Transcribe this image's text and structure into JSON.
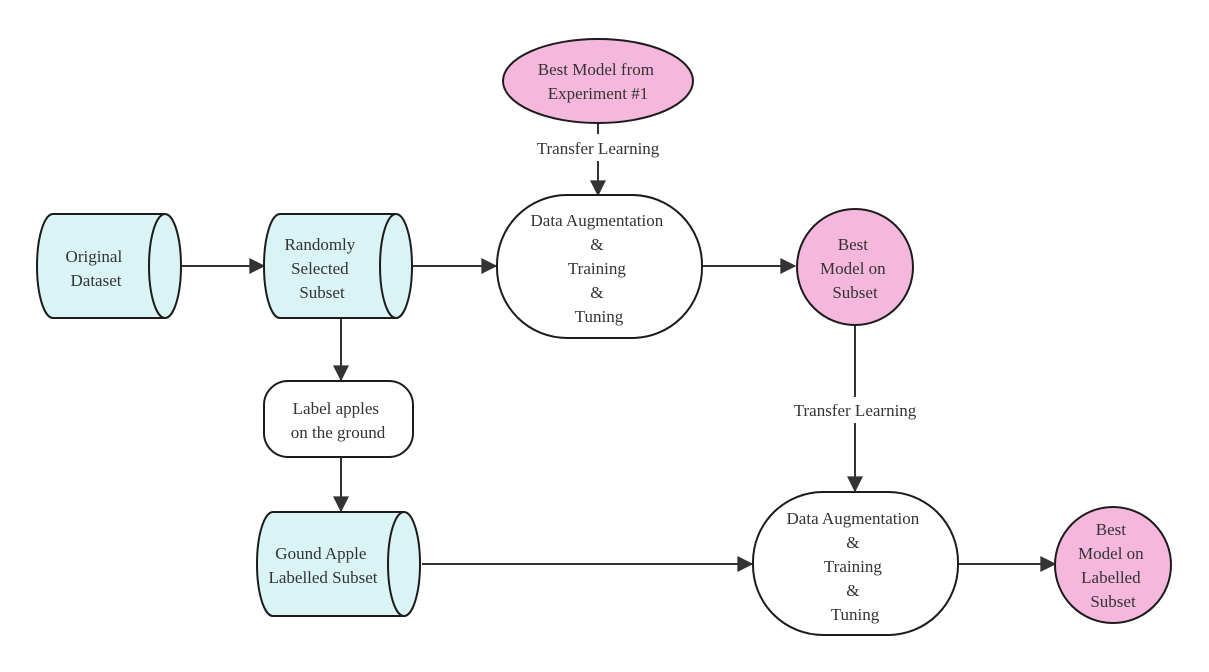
{
  "colors": {
    "datastore_fill": "#daf4f5",
    "process_fill": "#ffffff",
    "model_fill": "#f5b8dc",
    "stroke": "#1c1c1c",
    "edge": "#333333"
  },
  "nodes": {
    "original_dataset": {
      "lines": [
        "Original",
        "Dataset"
      ]
    },
    "random_subset": {
      "lines": [
        "Randomly",
        "Selected",
        "Subset"
      ]
    },
    "data_aug_1": {
      "lines": [
        "Data Augmentation",
        "&",
        "Training",
        "&",
        "Tuning"
      ]
    },
    "best_model_exp1": {
      "lines": [
        "Best Model from",
        "Experiment #1"
      ]
    },
    "best_model_subset": {
      "lines": [
        "Best",
        "Model on",
        "Subset"
      ]
    },
    "label_apples": {
      "lines": [
        "Label apples",
        "on the ground"
      ]
    },
    "ground_apple_subset": {
      "lines": [
        "Gound Apple",
        "Labelled Subset"
      ]
    },
    "data_aug_2": {
      "lines": [
        "Data Augmentation",
        "&",
        "Training",
        "&",
        "Tuning"
      ]
    },
    "best_model_labelled": {
      "lines": [
        "Best",
        "Model on",
        "Labelled",
        "Subset"
      ]
    }
  },
  "edge_labels": {
    "transfer_1": "Transfer Learning",
    "transfer_2": "Transfer Learning"
  }
}
